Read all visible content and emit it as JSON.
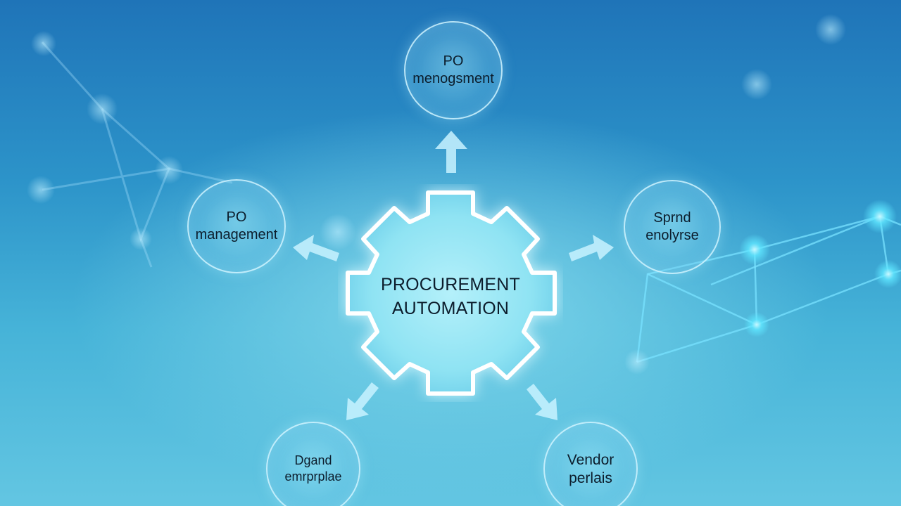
{
  "center": {
    "line1": "PROCUREMENT",
    "line2": "AUTOMATION"
  },
  "nodes": {
    "top": {
      "line1": "PO",
      "line2": "menogsment"
    },
    "left": {
      "line1": "PO",
      "line2": "management"
    },
    "right": {
      "line1": "Sprnd",
      "line2": "enolyrse"
    },
    "bottom_left": {
      "line1": "Dgand",
      "line2": "emrprplae"
    },
    "bottom_right": {
      "line1": "Vendor",
      "line2": "perlais"
    }
  },
  "colors": {
    "background_top": "#1f74b8",
    "background_bottom": "#63c6e2",
    "circle_border": "#d2f5ff",
    "gear_fill": "#8fe3f3",
    "gear_outline": "#ffffff",
    "arrow": "#c8f2ff",
    "text": "#0c1d2c",
    "network_glow": "#5fe6ff"
  }
}
